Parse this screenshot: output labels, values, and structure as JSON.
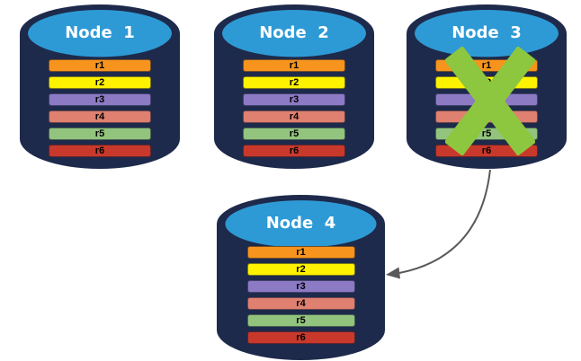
{
  "diagram": {
    "nodes": [
      {
        "label": "Node  1",
        "failed": false
      },
      {
        "label": "Node  2",
        "failed": false
      },
      {
        "label": "Node  3",
        "failed": true
      },
      {
        "label": "Node  4",
        "failed": false
      }
    ],
    "replicas": [
      {
        "label": "r1",
        "color": "#F7941D"
      },
      {
        "label": "r2",
        "color": "#FFF200"
      },
      {
        "label": "r3",
        "color": "#8C7AC4"
      },
      {
        "label": "r4",
        "color": "#DF8070"
      },
      {
        "label": "r5",
        "color": "#92C47E"
      },
      {
        "label": "r6",
        "color": "#C9392B"
      }
    ],
    "colors": {
      "cylinder_body": "#1E2A4B",
      "cylinder_top": "#2E9AD5",
      "node_label_text": "#FFFFFF",
      "replica_label_text": "#000000",
      "failure_x": "#8DC63F",
      "arrow": "#595959"
    },
    "arrow": {
      "from": "Node 3",
      "to": "Node 4"
    }
  }
}
